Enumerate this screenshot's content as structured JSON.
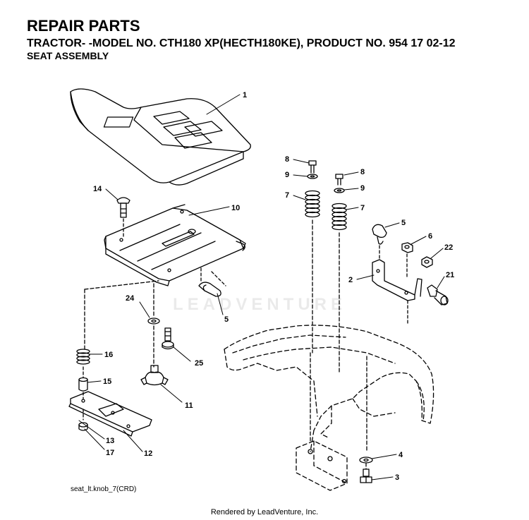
{
  "header": {
    "title": "REPAIR PARTS",
    "subtitle": "TRACTOR- -MODEL NO. CTH180 XP(HECTH180KE), PRODUCT NO. 954 17 02-12",
    "section": "SEAT ASSEMBLY"
  },
  "callouts": {
    "c1": "1",
    "c2": "2",
    "c3": "3",
    "c4": "4",
    "c5a": "5",
    "c5b": "5",
    "c6": "6",
    "c7a": "7",
    "c7b": "7",
    "c8a": "8",
    "c8b": "8",
    "c9a": "9",
    "c9b": "9",
    "c10": "10",
    "c11": "11",
    "c12": "12",
    "c13": "13",
    "c14": "14",
    "c15": "15",
    "c16": "16",
    "c17": "17",
    "c21": "21",
    "c22": "22",
    "c24": "24",
    "c25": "25"
  },
  "figure_ref": "seat_lt.knob_7(CRD)",
  "watermark": "LEADVENTURE",
  "footer": "Rendered by LeadVenture, Inc."
}
